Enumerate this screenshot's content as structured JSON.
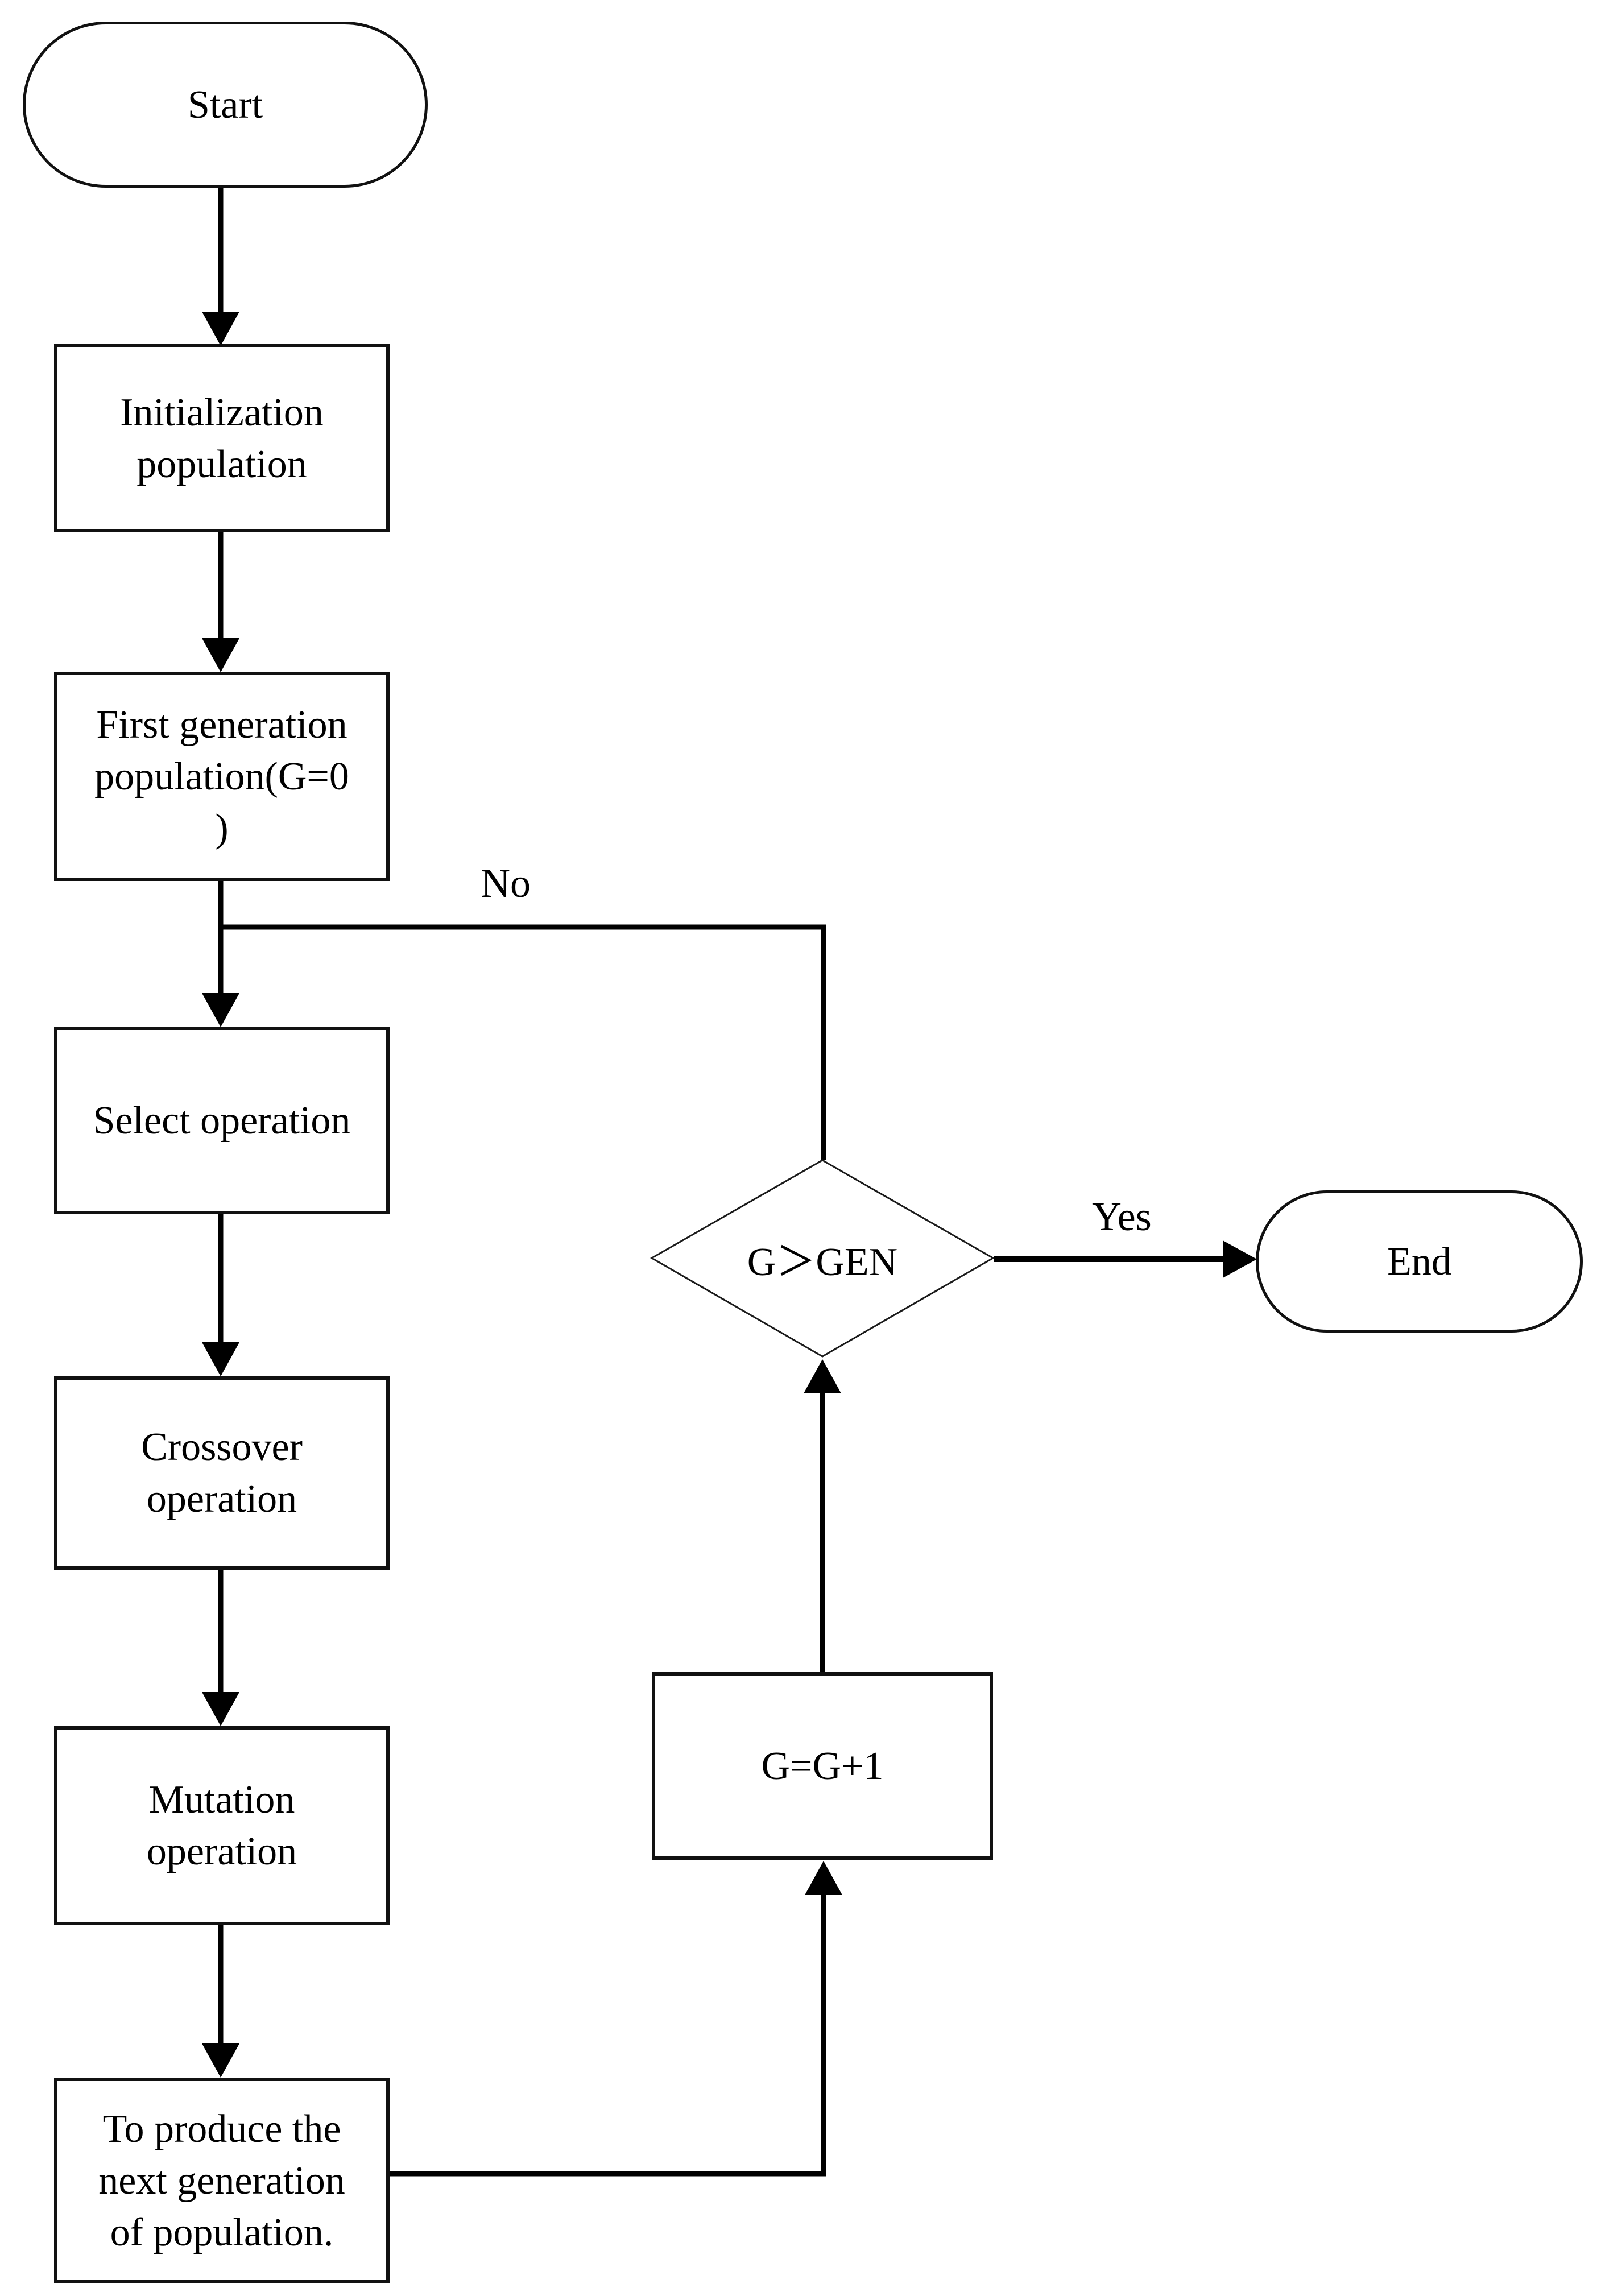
{
  "diagram": {
    "type": "flowchart",
    "background_color": "#ffffff",
    "line_color": "#000000",
    "text_color": "#000000",
    "nodes": {
      "start": {
        "shape": "terminator",
        "label": "Start"
      },
      "initialization": {
        "shape": "process",
        "lines": [
          "Initialization",
          "population"
        ]
      },
      "first_generation": {
        "shape": "process",
        "lines": [
          "First generation",
          "population(G=0",
          ")"
        ]
      },
      "select": {
        "shape": "process",
        "lines": [
          "Select operation"
        ]
      },
      "crossover": {
        "shape": "process",
        "lines": [
          "Crossover",
          "operation"
        ]
      },
      "mutation": {
        "shape": "process",
        "lines": [
          "Mutation",
          "operation"
        ]
      },
      "produce_next_generation": {
        "shape": "process",
        "lines": [
          "To produce the",
          "next generation",
          "of population."
        ]
      },
      "increment": {
        "shape": "process",
        "label": "G=G+1"
      },
      "decision": {
        "shape": "decision",
        "label": "G＞GEN"
      },
      "end": {
        "shape": "terminator",
        "label": "End"
      }
    },
    "edge_labels": {
      "no": "No",
      "yes": "Yes"
    }
  }
}
